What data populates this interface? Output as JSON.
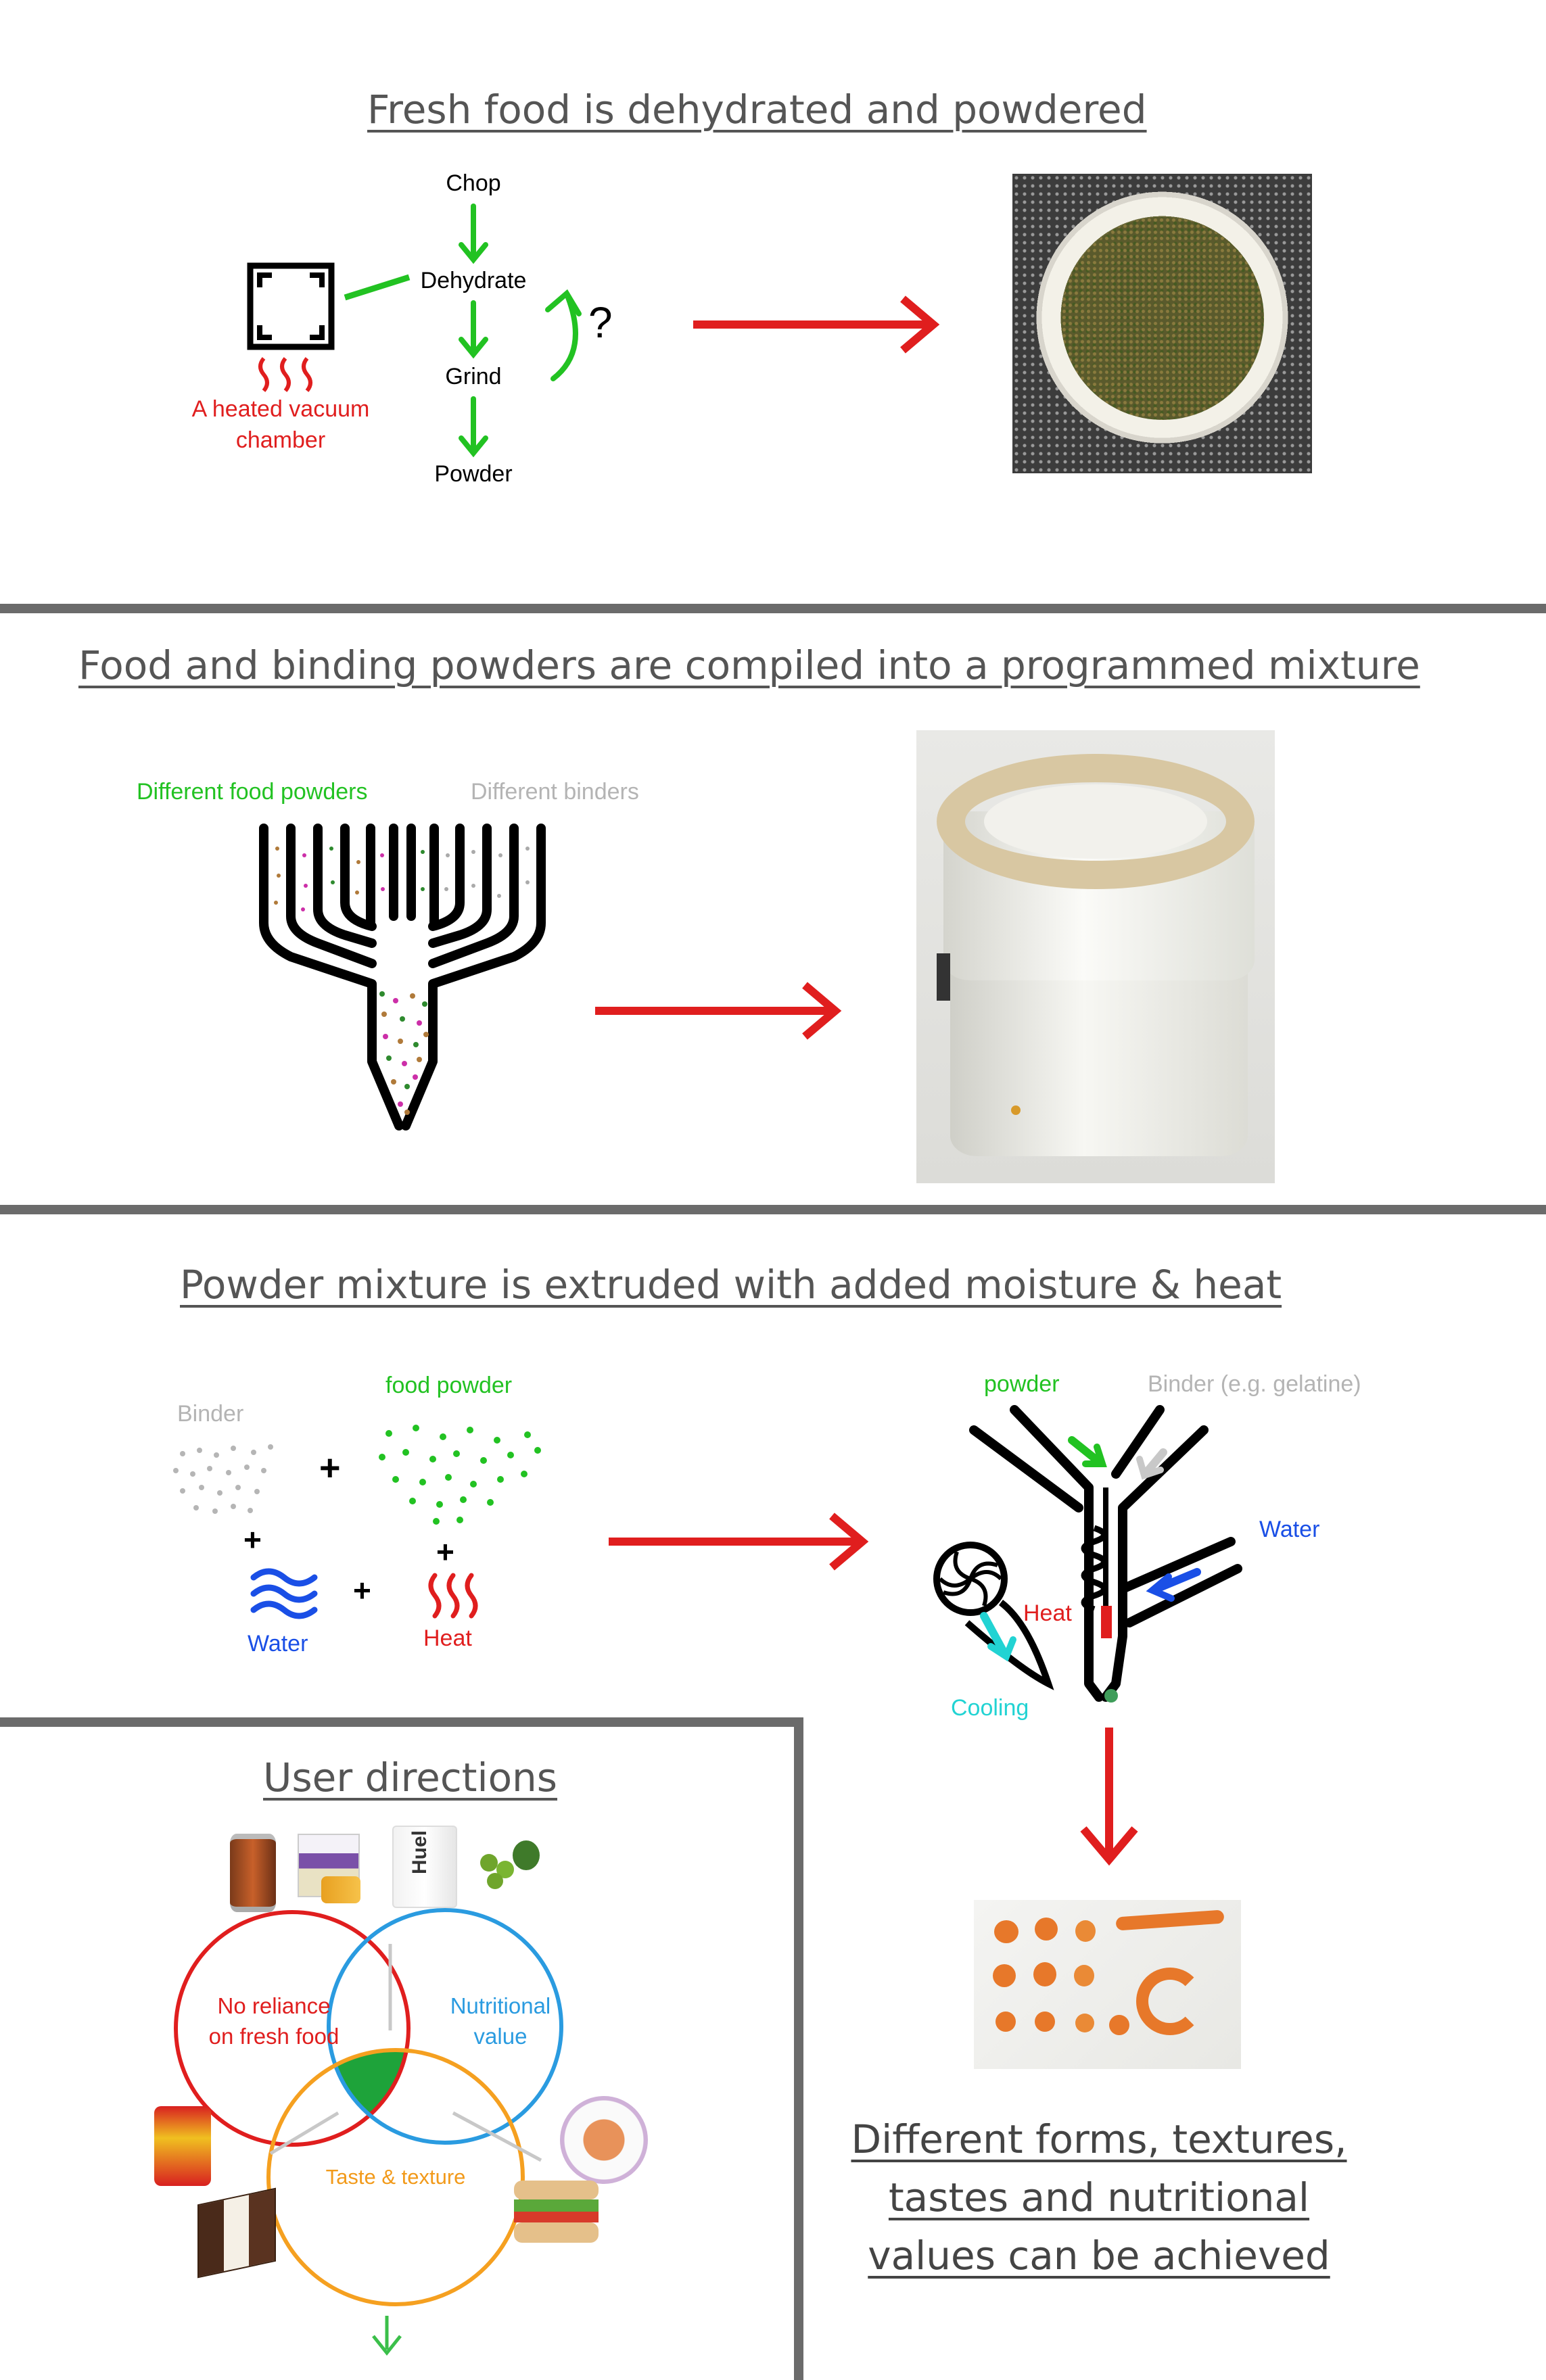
{
  "section1": {
    "title": "Fresh food is dehydrated and powdered",
    "steps": [
      "Chop",
      "Dehydrate",
      "Grind",
      "Powder"
    ],
    "question_mark": "?",
    "chamber_label_line1": "A heated vacuum",
    "chamber_label_line2": "chamber"
  },
  "section2": {
    "title": "Food and binding powders are compiled into a programmed mixture",
    "food_powders_label": "Different food powders",
    "binders_label": "Different binders"
  },
  "section3": {
    "title": "Powder mixture is extruded with added moisture & heat",
    "binder_label": "Binder",
    "food_powder_label": "food powder",
    "water_label": "Water",
    "heat_label": "Heat",
    "plus": "+",
    "extruder": {
      "powder_label": "powder",
      "binder_label": "Binder (e.g. gelatine)",
      "water_label": "Water",
      "heat_label": "Heat",
      "cooling_label": "Cooling"
    }
  },
  "user_directions": {
    "title": "User directions",
    "circle1_line1": "No reliance",
    "circle1_line2": "on fresh food",
    "circle2_line1": "Nutritional",
    "circle2_line2": "value",
    "circle3": "Taste & texture",
    "huel_text": "Huel"
  },
  "result": {
    "line1": "Different forms, textures,",
    "line2": "tastes and nutritional",
    "line3": "values can be achieved"
  },
  "colors": {
    "title_grey": "#555555",
    "arrow_red": "#e01e1e",
    "green": "#22c222",
    "grey_label": "#b4b4b4",
    "blue": "#1a4fe6",
    "cyan": "#22d3d3",
    "orange": "#f29a1a",
    "venn_red": "#e01e1e",
    "venn_blue": "#2a9be0",
    "venn_orange": "#f5a020",
    "divider": "#6b6b6b"
  }
}
